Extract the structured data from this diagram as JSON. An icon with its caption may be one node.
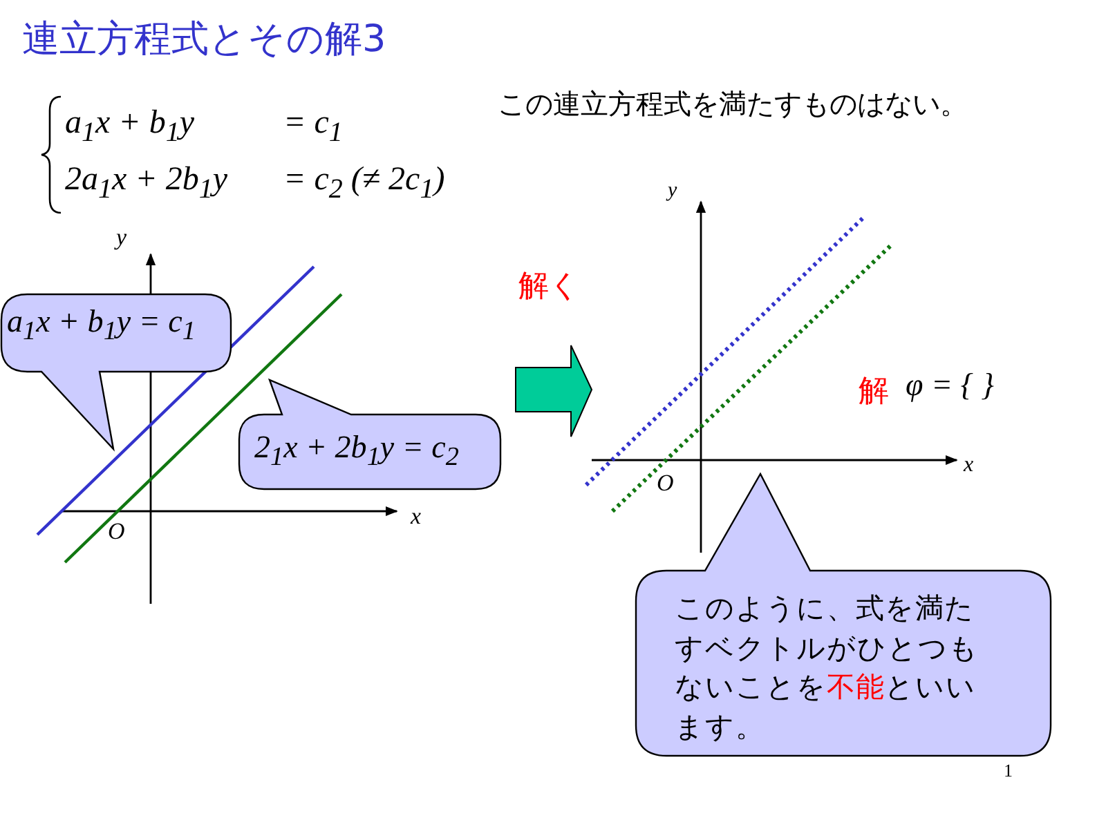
{
  "diagram": {
    "title": "連立方程式とその解3",
    "nodes": [
      {
        "text": [
          "a$_{1}$x + b$_{1}$y = c$_{1}$"
        ]
      },
      {
        "text": [
          "2$_{1}$x + 2b$_{1}$y = c$_{2}$"
        ]
      },
      {
        "text": [
          "このように、式を満たすベクトルがひとつもないことを**不能**といいます。"
        ]
      }
    ],
    "labels": [
      "a$_{1}$x + b$_{1}$y",
      "= c$_{1}$",
      "2a$_{1}$x + 2b$_{1}$y",
      "= c$_{2}$ (≠ 2c$_{1}$)",
      "この連立方程式を満たすものはない。",
      "y",
      "x",
      "O",
      "解く",
      "y",
      "x",
      "O",
      "解",
      "φ = { }",
      "1"
    ]
  }
}
